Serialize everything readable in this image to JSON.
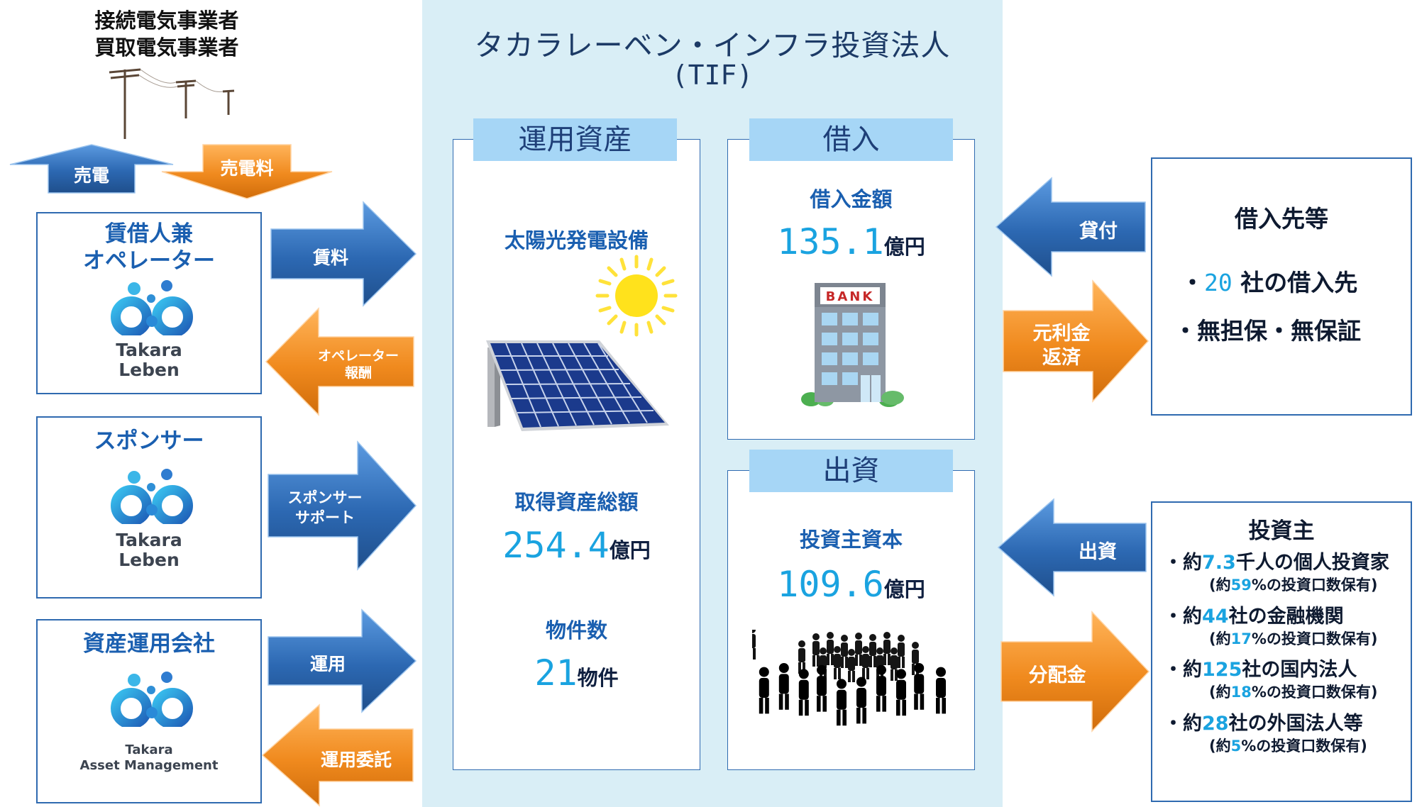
{
  "top_left": {
    "line1": "接続電気事業者",
    "line2": "買取電気事業者",
    "arrow_up_label": "売電",
    "arrow_down_label": "売電料"
  },
  "tif": {
    "title": "タカラレーベン・インフラ投資法人",
    "subtitle": "(TIF)"
  },
  "assets": {
    "header": "運用資産",
    "solar_label": "太陽光発電設備",
    "total_label": "取得資産総額",
    "total_value": "254.4",
    "total_unit": "億円",
    "count_label": "物件数",
    "count_value": "21",
    "count_unit": "物件"
  },
  "borrowing": {
    "header": "借入",
    "amount_label": "借入金額",
    "amount_value": "135.1",
    "amount_unit": "億円",
    "bank_sign": "BANK"
  },
  "equity": {
    "header": "出資",
    "label": "投資主資本",
    "value": "109.6",
    "unit": "億円"
  },
  "left_entities": {
    "operator": {
      "title_line1": "賃借人兼",
      "title_line2": "オペレーター",
      "logo_line1": "Takara",
      "logo_line2": "Leben"
    },
    "sponsor": {
      "title": "スポンサー",
      "logo_line1": "Takara",
      "logo_line2": "Leben"
    },
    "am": {
      "title": "資産運用会社",
      "logo_line1": "Takara",
      "logo_line2": "Asset Management"
    }
  },
  "left_arrows": {
    "rent": "賃料",
    "operator_fee_line1": "オペレーター",
    "operator_fee_line2": "報酬",
    "sponsor_support_line1": "スポンサー",
    "sponsor_support_line2": "サポート",
    "management": "運用",
    "mandate": "運用委託"
  },
  "right_arrows": {
    "loan": "貸付",
    "repay_line1": "元利金",
    "repay_line2": "返済",
    "investment": "出資",
    "distribution": "分配金"
  },
  "lenders": {
    "title": "借入先等",
    "line1_prefix": "・",
    "line1_num": "20",
    "line1_suffix": " 社の借入先",
    "line2": "・無担保・無保証"
  },
  "investors": {
    "title": "投資主",
    "rows": [
      {
        "pre": "・約",
        "num": "7.3",
        "post": "千人の個人投資家",
        "sub_pre": "(約",
        "sub_num": "59",
        "sub_post": "%の投資口数保有)"
      },
      {
        "pre": "・約",
        "num": "44",
        "post": "社の金融機関",
        "sub_pre": "(約",
        "sub_num": "17",
        "sub_post": "%の投資口数保有)"
      },
      {
        "pre": "・約",
        "num": "125",
        "post": "社の国内法人",
        "sub_pre": "(約",
        "sub_num": "18",
        "sub_post": "%の投資口数保有)"
      },
      {
        "pre": "・約",
        "num": "28",
        "post": "社の外国法人等",
        "sub_pre": "(約",
        "sub_num": "5",
        "sub_post": "%の投資口数保有)"
      }
    ]
  },
  "colors": {
    "panel_bg": "#d9eef6",
    "header_bg": "#a6d6f6",
    "arrow_blue": "#2f6db5",
    "arrow_orange": "#f08a1e",
    "highlight": "#1aa3e0",
    "border_blue": "#2f6ab0"
  },
  "icons": [
    "utility-pole-icon",
    "sun-icon",
    "solar-panel-icon",
    "bank-building-icon",
    "crowd-icon",
    "takara-logo-icon"
  ]
}
